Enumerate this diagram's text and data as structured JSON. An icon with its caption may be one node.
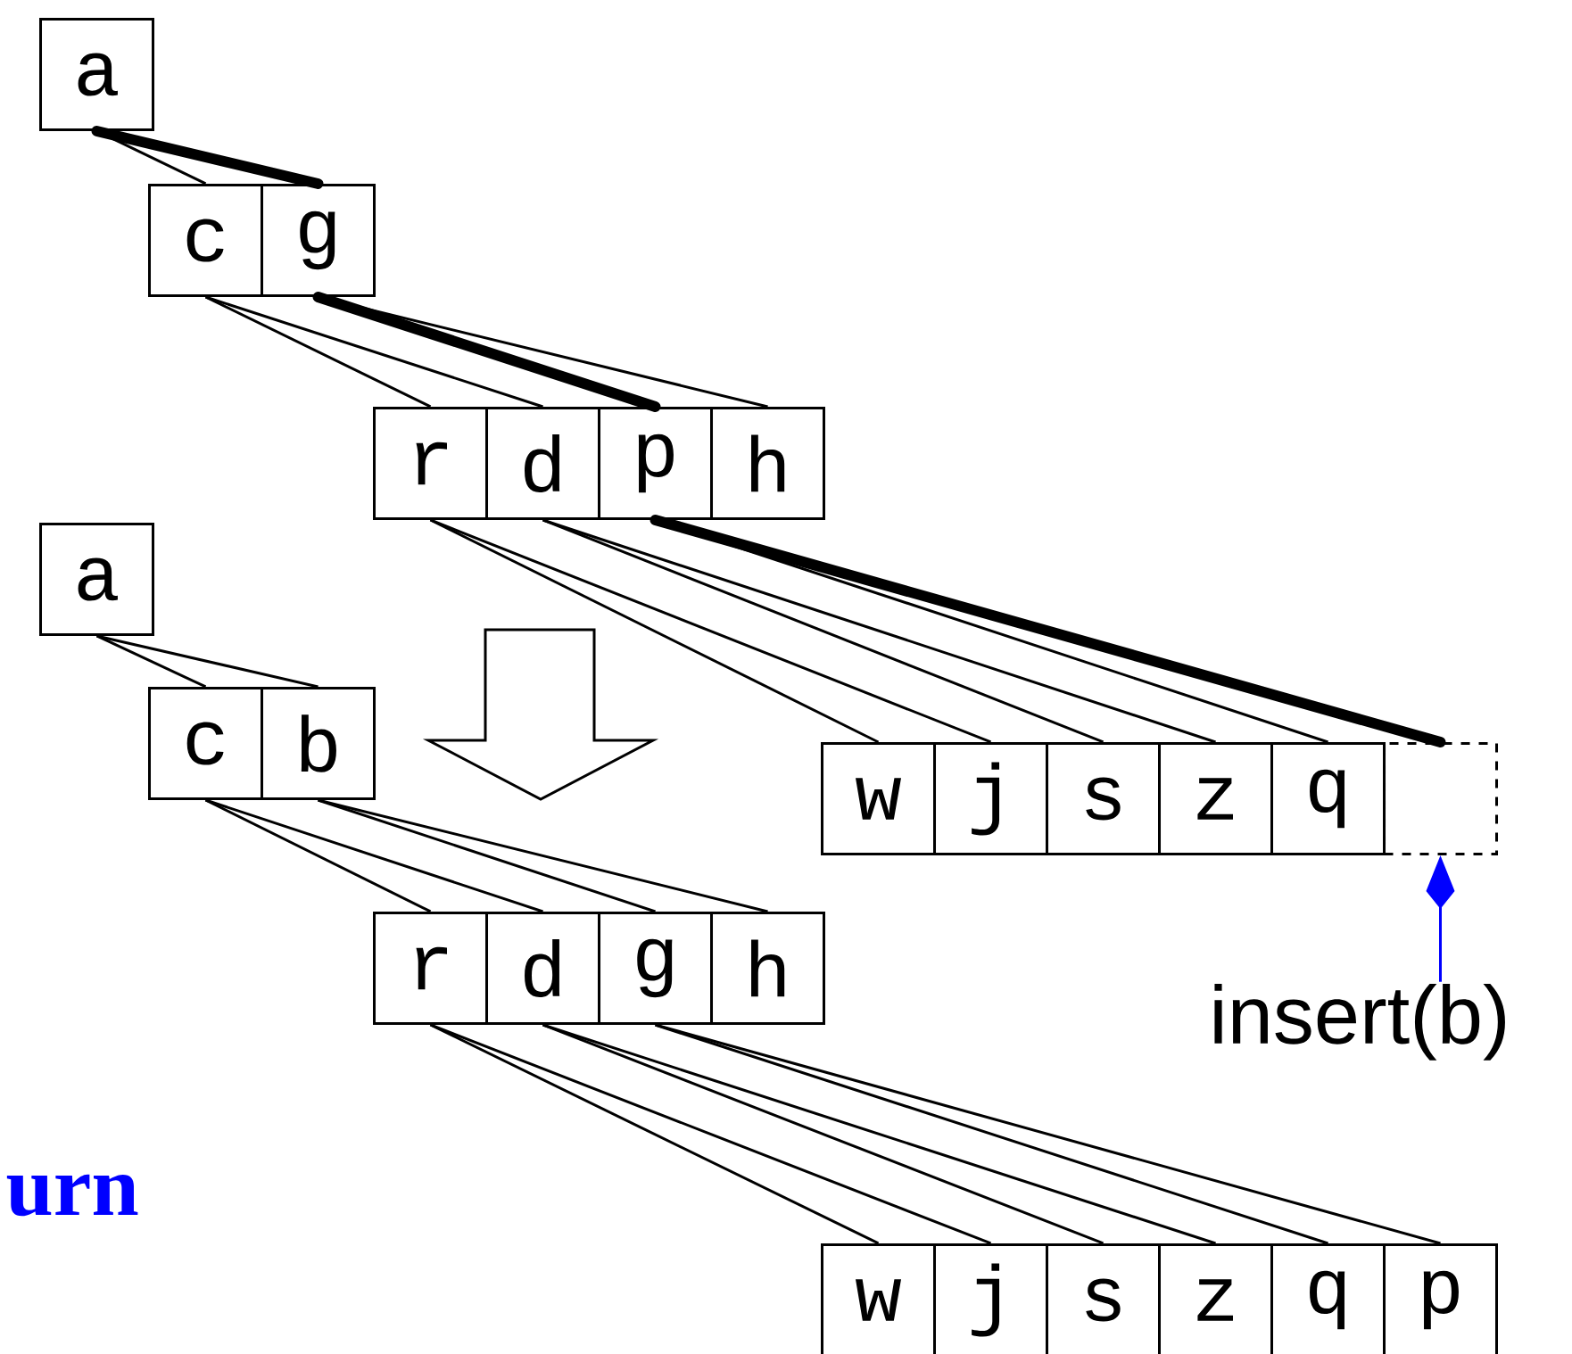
{
  "diagram": {
    "nodes": [
      {
        "text": [
          "a"
        ]
      },
      {
        "text": [
          "c"
        ]
      },
      {
        "text": [
          "g"
        ]
      },
      {
        "text": [
          "r"
        ]
      },
      {
        "text": [
          "d"
        ]
      },
      {
        "text": [
          "p"
        ]
      },
      {
        "text": [
          "h"
        ]
      },
      {
        "text": [
          "w"
        ]
      },
      {
        "text": [
          "j"
        ]
      },
      {
        "text": [
          "s"
        ]
      },
      {
        "text": [
          "z"
        ]
      },
      {
        "text": [
          "q"
        ]
      },
      {
        "text": [],
        "shape": "box"
      },
      {
        "text": [
          "insert(b)"
        ]
      },
      {
        "text": [
          "a"
        ]
      },
      {
        "text": [
          "c"
        ]
      },
      {
        "text": [
          "b"
        ]
      },
      {
        "text": [
          "r"
        ]
      },
      {
        "text": [
          "d"
        ]
      },
      {
        "text": [
          "g"
        ]
      },
      {
        "text": [
          "h"
        ]
      },
      {
        "text": [
          "w"
        ]
      },
      {
        "text": [
          "j"
        ]
      },
      {
        "text": [
          "s"
        ]
      },
      {
        "text": [
          "z"
        ]
      },
      {
        "text": [
          "q"
        ]
      },
      {
        "text": [
          "p"
        ]
      }
    ],
    "edges": [
      {
        "from": 0,
        "to": 1,
        "arrow": "none"
      },
      {
        "from": 0,
        "to": 2,
        "arrow": "none",
        "style": "thick"
      },
      {
        "from": 1,
        "to": 3,
        "arrow": "none"
      },
      {
        "from": 1,
        "to": 4,
        "arrow": "none"
      },
      {
        "from": 2,
        "to": 5,
        "arrow": "none",
        "style": "thick"
      },
      {
        "from": 2,
        "to": 6,
        "arrow": "none"
      },
      {
        "from": 3,
        "to": 7,
        "arrow": "none"
      },
      {
        "from": 3,
        "to": 8,
        "arrow": "none"
      },
      {
        "from": 4,
        "to": 9,
        "arrow": "none"
      },
      {
        "from": 4,
        "to": 10,
        "arrow": "none"
      },
      {
        "from": 5,
        "to": 11,
        "arrow": "none"
      },
      {
        "from": 5,
        "to": 12,
        "arrow": "none",
        "style": "thick"
      },
      {
        "from": 13,
        "to": 12,
        "arrow": "to",
        "color": "#0000ff"
      },
      {
        "from": 14,
        "to": 15,
        "arrow": "none"
      },
      {
        "from": 14,
        "to": 16,
        "arrow": "none"
      },
      {
        "from": 15,
        "to": 17,
        "arrow": "none"
      },
      {
        "from": 15,
        "to": 18,
        "arrow": "none"
      },
      {
        "from": 16,
        "to": 19,
        "arrow": "none"
      },
      {
        "from": 16,
        "to": 20,
        "arrow": "none"
      },
      {
        "from": 17,
        "to": 21,
        "arrow": "none"
      },
      {
        "from": 17,
        "to": 22,
        "arrow": "none"
      },
      {
        "from": 18,
        "to": 23,
        "arrow": "none"
      },
      {
        "from": 18,
        "to": 24,
        "arrow": "none"
      },
      {
        "from": 19,
        "to": 25,
        "arrow": "none"
      },
      {
        "from": 19,
        "to": 26,
        "arrow": "none"
      }
    ],
    "labels": [
      "urn"
    ]
  }
}
